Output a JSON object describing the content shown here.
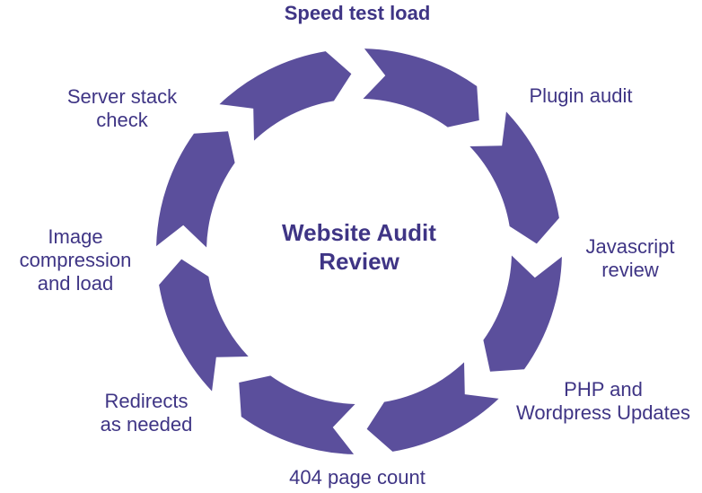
{
  "diagram": {
    "type": "cycle",
    "center_title_line1": "Website Audit",
    "center_title_line2": "Review",
    "ring_color": "#5b4f9c",
    "text_color": "#3f3585",
    "steps": [
      {
        "label_lines": [
          "Speed test load"
        ],
        "emphasis": true
      },
      {
        "label_lines": [
          "Plugin audit"
        ],
        "emphasis": false
      },
      {
        "label_lines": [
          "Javascript",
          "review"
        ],
        "emphasis": false
      },
      {
        "label_lines": [
          "PHP and",
          "Wordpress Updates"
        ],
        "emphasis": false
      },
      {
        "label_lines": [
          "404 page count"
        ],
        "emphasis": false
      },
      {
        "label_lines": [
          "Redirects",
          "as needed"
        ],
        "emphasis": false
      },
      {
        "label_lines": [
          "Image",
          "compression",
          "and load"
        ],
        "emphasis": false
      },
      {
        "label_lines": [
          "Server stack",
          "check"
        ],
        "emphasis": false
      }
    ]
  }
}
